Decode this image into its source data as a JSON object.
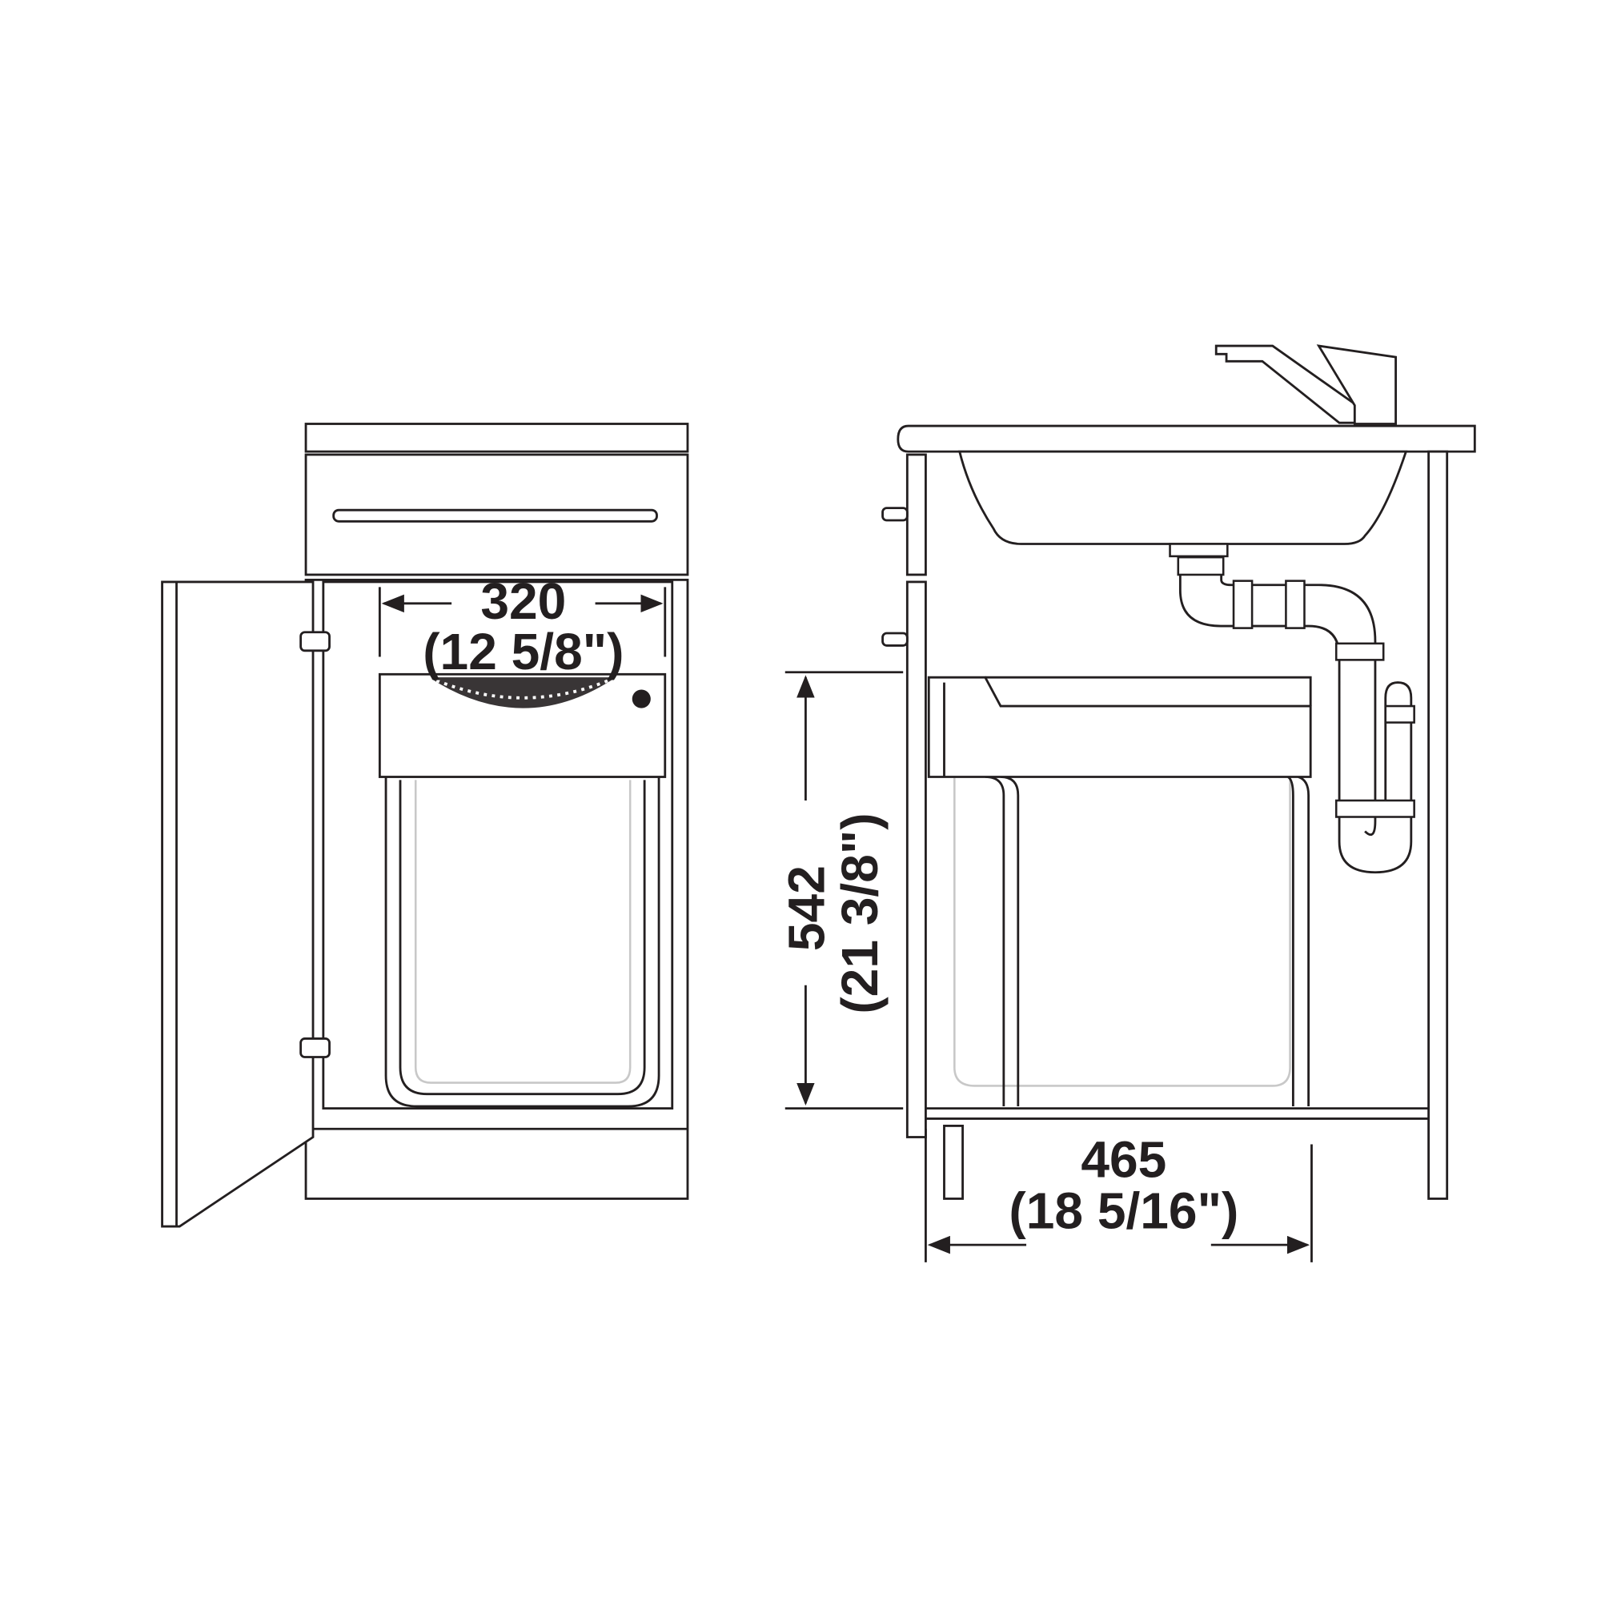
{
  "dimensions": {
    "width": {
      "mm": "320",
      "inch": "(12 5/8\")"
    },
    "height": {
      "mm": "542",
      "inch": "(21 3/8\")"
    },
    "depth": {
      "mm": "465",
      "inch": "(18 5/16\")"
    }
  },
  "colors": {
    "line": "#231f20",
    "background": "#ffffff"
  }
}
